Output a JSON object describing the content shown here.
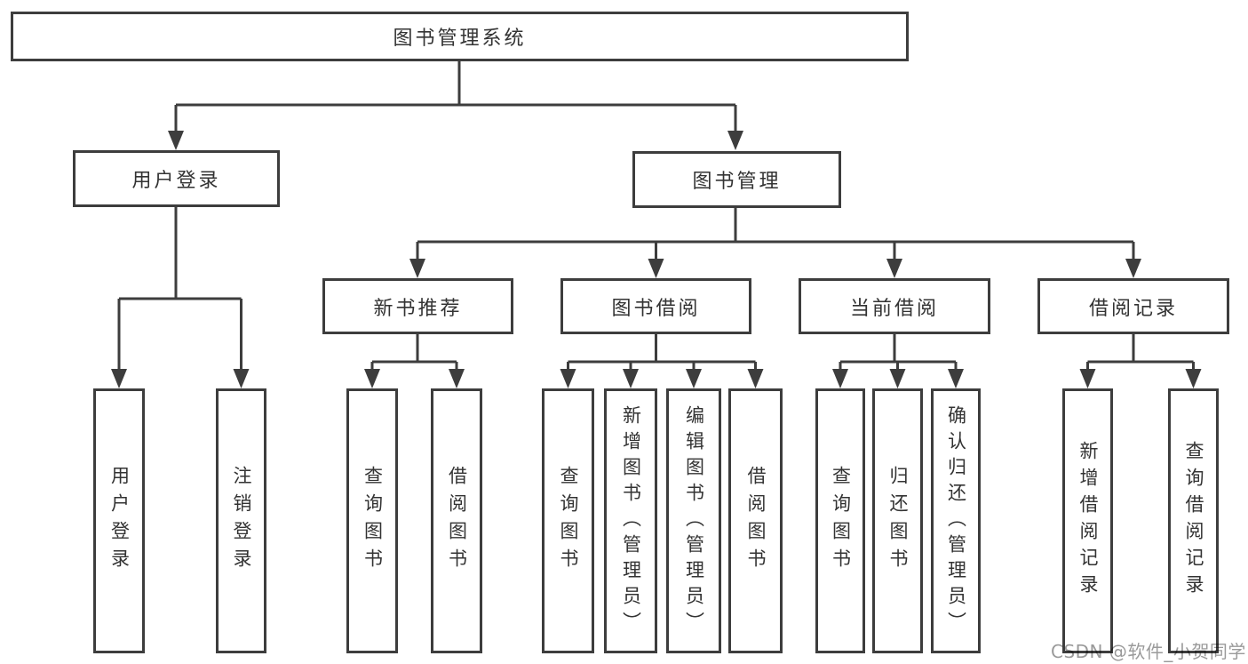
{
  "diagram": {
    "title": "图书管理系统",
    "colors": {
      "line": "#3d3d3d",
      "box_border": "#3d3d3d",
      "box_fill": "#ffffff",
      "text": "#333333",
      "watermark": "#9a9a9a",
      "background": "#ffffff"
    },
    "tree": {
      "root": {
        "label": "图书管理系统",
        "children": [
          {
            "label": "用户登录",
            "children": [
              {
                "label": "用户登录"
              },
              {
                "label": "注销登录"
              }
            ]
          },
          {
            "label": "图书管理",
            "children": [
              {
                "label": "新书推荐",
                "children": [
                  {
                    "label": "查询图书"
                  },
                  {
                    "label": "借阅图书"
                  }
                ]
              },
              {
                "label": "图书借阅",
                "children": [
                  {
                    "label": "查询图书"
                  },
                  {
                    "label": "新增图书（管理员）"
                  },
                  {
                    "label": "编辑图书（管理员）"
                  },
                  {
                    "label": "借阅图书"
                  }
                ]
              },
              {
                "label": "当前借阅",
                "children": [
                  {
                    "label": "查询图书"
                  },
                  {
                    "label": "归还图书"
                  },
                  {
                    "label": "确认归还（管理员）"
                  }
                ]
              },
              {
                "label": "借阅记录",
                "children": [
                  {
                    "label": "新增借阅记录"
                  },
                  {
                    "label": "查询借阅记录"
                  }
                ]
              }
            ]
          }
        ]
      }
    },
    "watermark": "CSDN @软件_小贺同学"
  }
}
